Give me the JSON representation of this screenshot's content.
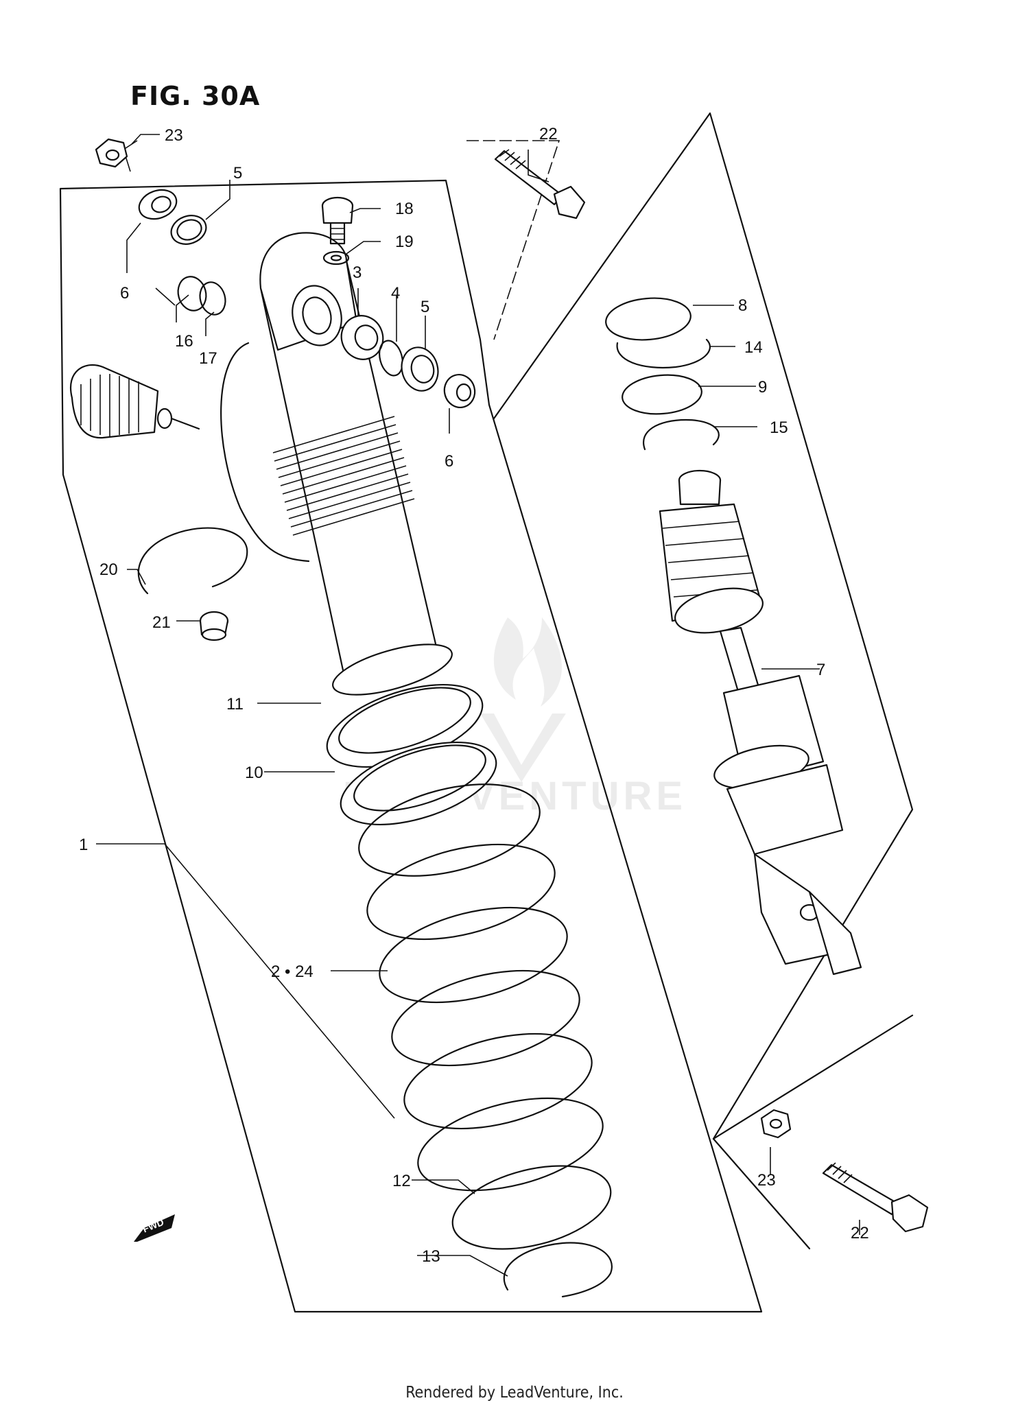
{
  "figure": {
    "title": "FIG. 30A"
  },
  "footer": {
    "text": "Rendered by LeadVenture, Inc."
  },
  "watermark": {
    "text": "LEADVENTURE"
  },
  "direction_badge": {
    "text": "FWD"
  },
  "callouts": {
    "c1": "1",
    "c2_24": "2 • 24",
    "c3": "3",
    "c4": "4",
    "c5a": "5",
    "c5b": "5",
    "c6a": "6",
    "c6b": "6",
    "c7": "7",
    "c8": "8",
    "c9": "9",
    "c10": "10",
    "c11": "11",
    "c12": "12",
    "c13": "13",
    "c14": "14",
    "c15": "15",
    "c16": "16",
    "c17": "17",
    "c18": "18",
    "c19": "19",
    "c20": "20",
    "c21": "21",
    "c22a": "22",
    "c22b": "22",
    "c23a": "23",
    "c23b": "23"
  }
}
